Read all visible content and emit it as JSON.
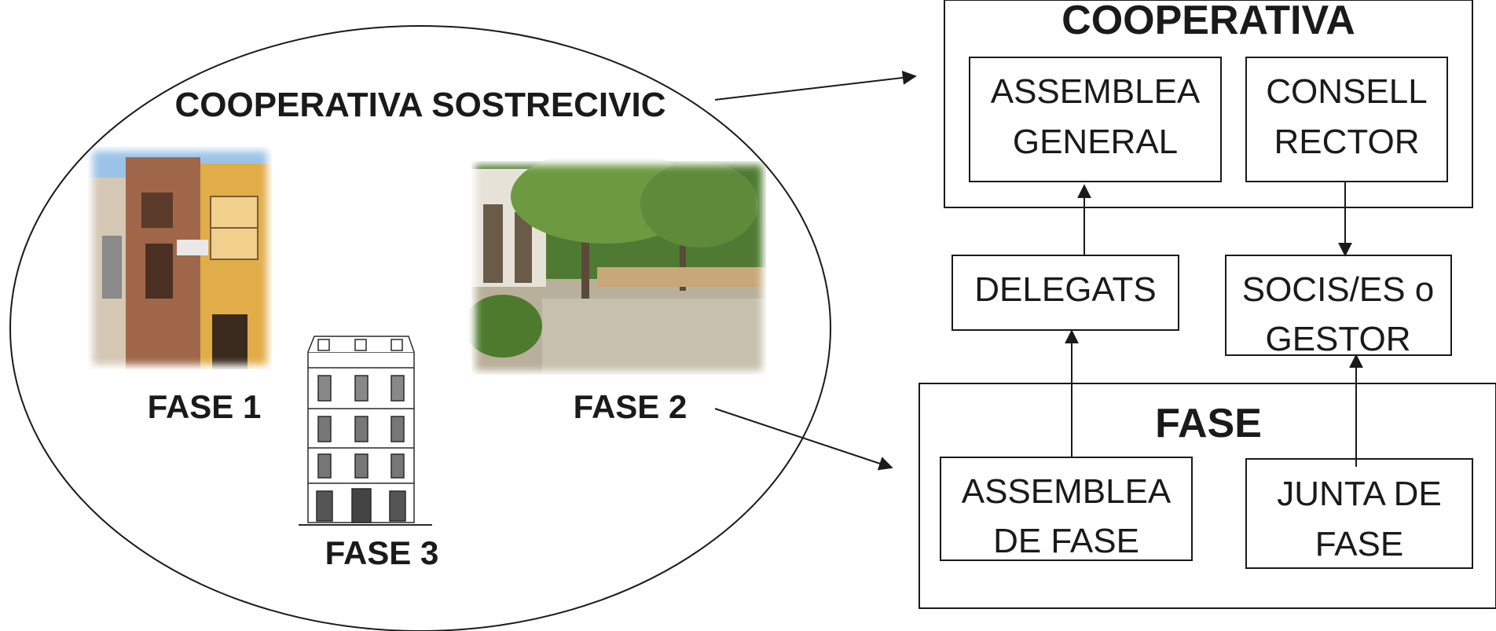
{
  "ellipse": {
    "title": "COOPERATIVA SOSTRECIVIC",
    "phase_labels": [
      "FASE 1",
      "FASE 2",
      "FASE 3"
    ]
  },
  "cooperativa": {
    "title": "COOPERATIVA",
    "assemblea_general": [
      "ASSEMBLEA",
      "GENERAL"
    ],
    "consell_rector": [
      "CONSELL",
      "RECTOR"
    ]
  },
  "delegats": "DELEGATS",
  "socis": [
    "SOCIS/ES o",
    "GESTOR"
  ],
  "fase": {
    "title": "FASE",
    "assemblea_fase": [
      "ASSEMBLEA",
      "DE FASE"
    ],
    "junta_fase": [
      "JUNTA DE",
      "FASE"
    ]
  },
  "colors": {
    "stroke": "#1a1a1a",
    "facade_yellow": "#d9a640",
    "brick": "#9a6a4a",
    "tree_green": "#5f8a3a",
    "ground": "#b8b09a"
  },
  "icons": {
    "fase1": "building-photo",
    "fase2": "courtyard-photo",
    "fase3": "building-engraving"
  }
}
